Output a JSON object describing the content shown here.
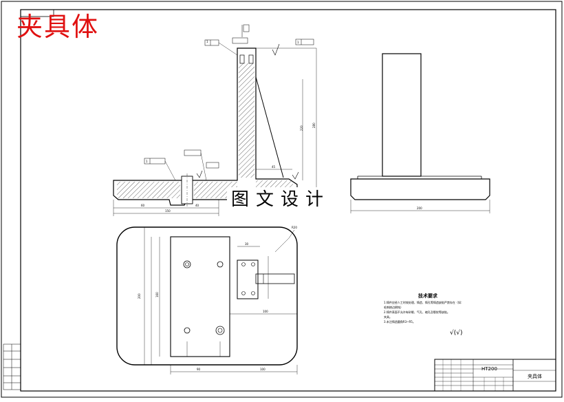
{
  "title": "夹具体",
  "watermark": "图文设计",
  "tech_requirements": {
    "heading": "技术要求",
    "lines": [
      "1.铸件应经人工时效处理，铸造、铸孔等铸造缺陷严禁存在（如：",
      "   毛刺棱边倒钝）",
      "2.铸件表面不允许有砂眼、气孔、缩孔及裂纹等缺陷。",
      "   夹具。",
      "3.未注铸造圆角R3~R5。"
    ],
    "roughness": "√(√)"
  },
  "title_block": {
    "part_name": "夹具体",
    "material": "HT200"
  }
}
